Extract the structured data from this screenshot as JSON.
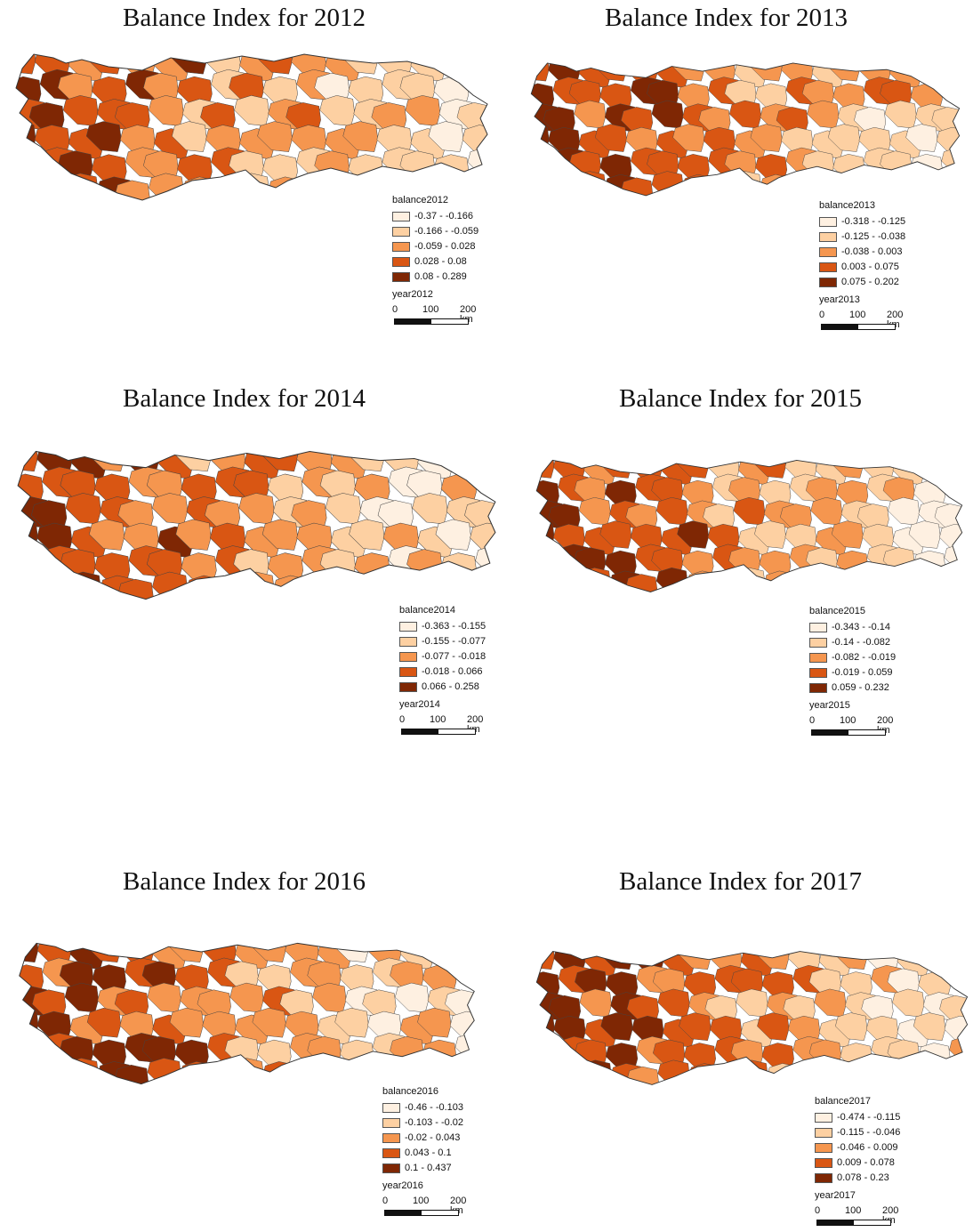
{
  "colors": [
    "#fef0e1",
    "#fdd0a2",
    "#f5964f",
    "#d95613",
    "#7f2704"
  ],
  "scale_labels": [
    "0",
    "100",
    "200 km"
  ],
  "panels": [
    {
      "title": "Balance Index for 2012",
      "legend_title": "balance2012",
      "year_label": "year2012",
      "classes": [
        "-0.37 - -0.166",
        "-0.166 - -0.059",
        "-0.059 - 0.028",
        "0.028 - 0.08",
        "0.08 - 0.289"
      ]
    },
    {
      "title": "Balance Index for 2013",
      "legend_title": "balance2013",
      "year_label": "year2013",
      "classes": [
        "-0.318 - -0.125",
        "-0.125 - -0.038",
        "-0.038 - 0.003",
        "0.003 - 0.075",
        "0.075 - 0.202"
      ]
    },
    {
      "title": "Balance Index for 2014",
      "legend_title": "balance2014",
      "year_label": "year2014",
      "classes": [
        "-0.363 - -0.155",
        "-0.155 - -0.077",
        "-0.077 - -0.018",
        "-0.018 - 0.066",
        "0.066 - 0.258"
      ]
    },
    {
      "title": "Balance Index for 2015",
      "legend_title": "balance2015",
      "year_label": "year2015",
      "classes": [
        "-0.343 - -0.14",
        "-0.14 - -0.082",
        "-0.082 - -0.019",
        "-0.019 - 0.059",
        "0.059 - 0.232"
      ]
    },
    {
      "title": "Balance Index for 2016",
      "legend_title": "balance2016",
      "year_label": "year2016",
      "classes": [
        "-0.46 - -0.103",
        "-0.103 - -0.02",
        "-0.02 - 0.043",
        "0.043 - 0.1",
        "0.1 - 0.437"
      ]
    },
    {
      "title": "Balance Index for 2017",
      "legend_title": "balance2017",
      "year_label": "year2017",
      "classes": [
        "-0.474 - -0.115",
        "-0.115 - -0.046",
        "-0.046 - 0.009",
        "0.009 - 0.078",
        "0.078 - 0.23"
      ]
    }
  ]
}
